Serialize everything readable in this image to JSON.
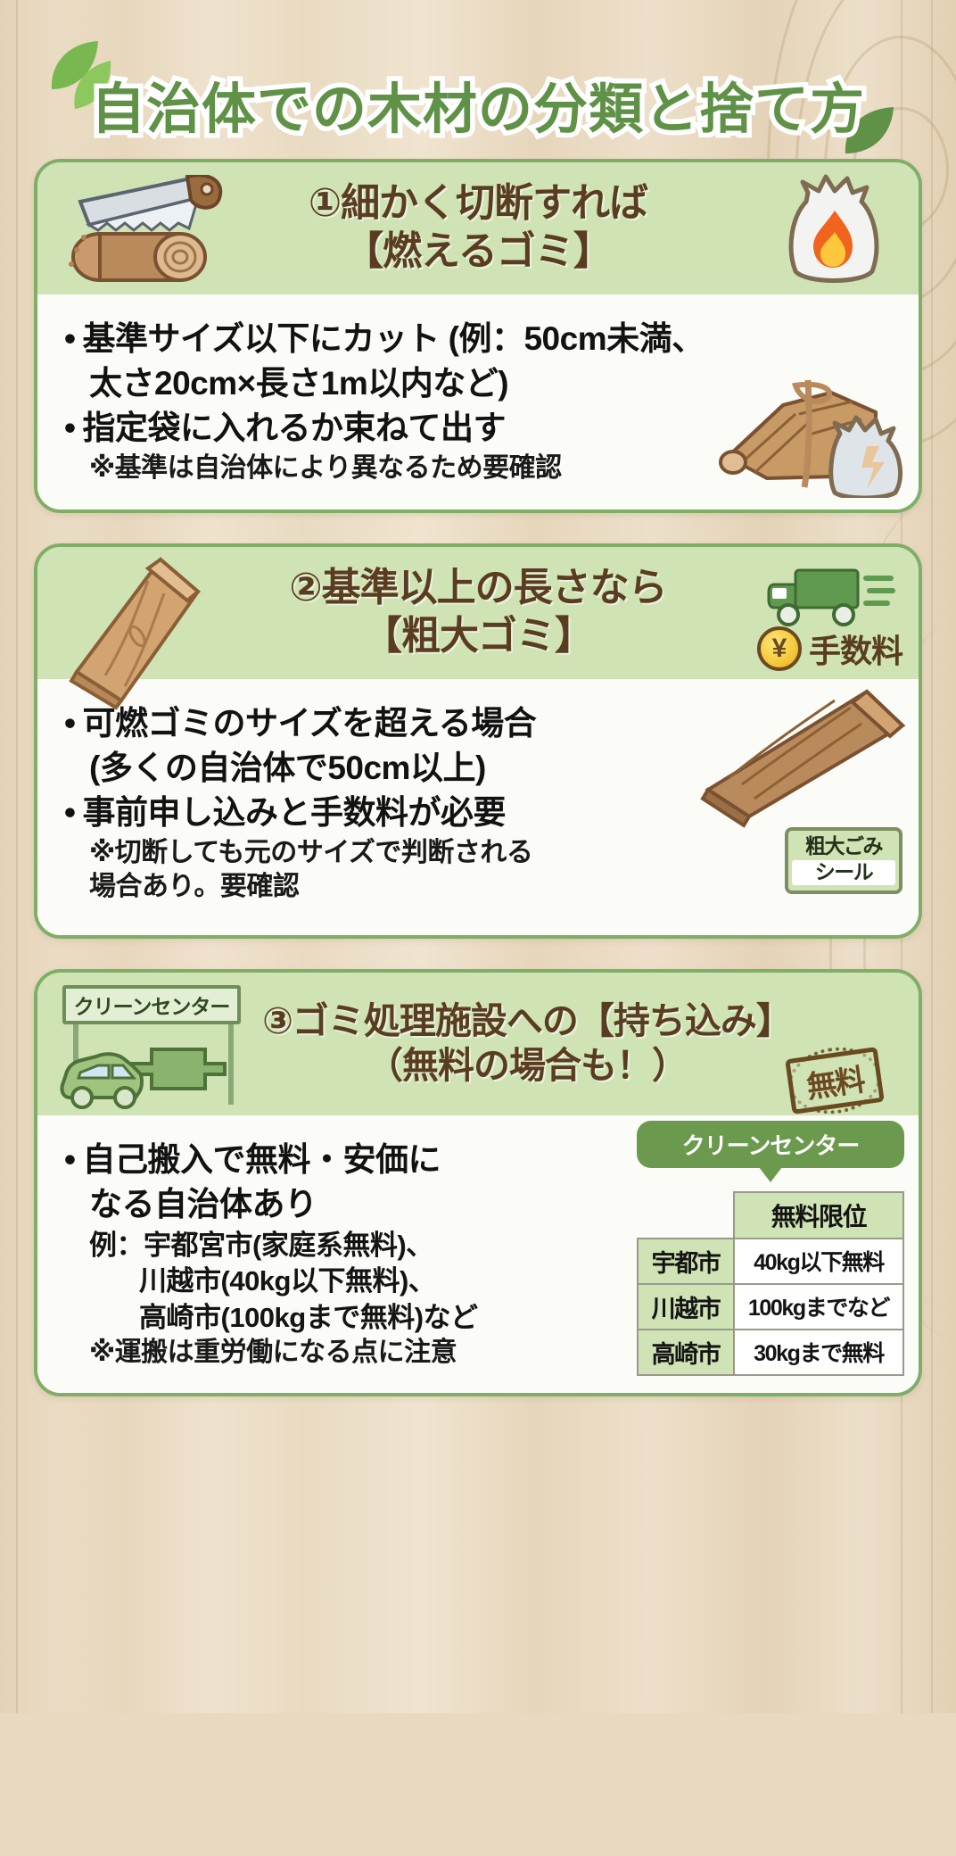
{
  "page": {
    "title": "自治体での木材の分類と捨て方",
    "accent_green": "#5f9146",
    "head_bg": "#cfe3b4",
    "card_border": "#7fae66",
    "background": "#e8d9c0"
  },
  "cards": [
    {
      "number": "①",
      "head_line1": "①細かく切断すれば",
      "head_line2": "【燃えるゴミ】",
      "left_icon": "saw-and-log-icon",
      "right_icon": "burning-garbage-bag-icon",
      "body_icon": "bundled-logs-icon",
      "bullets": [
        "基準サイズ以下にカット (例：50cm未満、",
        "太さ20cm×長さ1m以内など)",
        "指定袋に入れるか束ねて出す"
      ],
      "bullet_marks": [
        "•",
        "",
        "•"
      ],
      "note": "※基準は自治体により異なるため要確認"
    },
    {
      "number": "②",
      "head_line1": "②基準以上の長さなら",
      "head_line2": "【粗大ゴミ】",
      "left_icon": "lumber-plank-icon",
      "right_icon": "green-truck-icon",
      "fee_badge": {
        "coin": "¥",
        "label": "手数料"
      },
      "body_icon": "wood-beam-icon",
      "sticker": {
        "line1": "粗大ごみ",
        "line2": "シール"
      },
      "bullets": [
        "可燃ゴミのサイズを超える場合",
        "(多くの自治体で50cm以上)",
        "事前申し込みと手数料が必要"
      ],
      "bullet_marks": [
        "•",
        "",
        "•"
      ],
      "note_line1": "※切断しても元のサイズで判断される",
      "note_line2": "場合あり。要確認"
    },
    {
      "number": "③",
      "head_line1": "③ゴミ処理施設への【持ち込み】",
      "head_line2": "（無料の場合も！）",
      "left_icon": "clean-center-sign-with-car-icon",
      "sign_label": "クリーンセンター",
      "stamp_label": "無料",
      "bullets": [
        "自己搬入で無料・安価に",
        "なる自治体あり"
      ],
      "bullet_marks": [
        "•",
        ""
      ],
      "examples": [
        "例：宇都宮市(家庭系無料)、",
        "川越市(40kg以下無料)、",
        "高崎市(100kgまで無料)など"
      ],
      "note": "※運搬は重労働になる点に注意",
      "table": {
        "bubble_label": "クリーンセンター",
        "header": "無料限位",
        "rows": [
          {
            "city": "宇都市",
            "value": "40kg以下無料"
          },
          {
            "city": "川越市",
            "value": "100kgまでなど"
          },
          {
            "city": "高崎市",
            "value": "30kgまで無料"
          }
        ]
      }
    }
  ]
}
